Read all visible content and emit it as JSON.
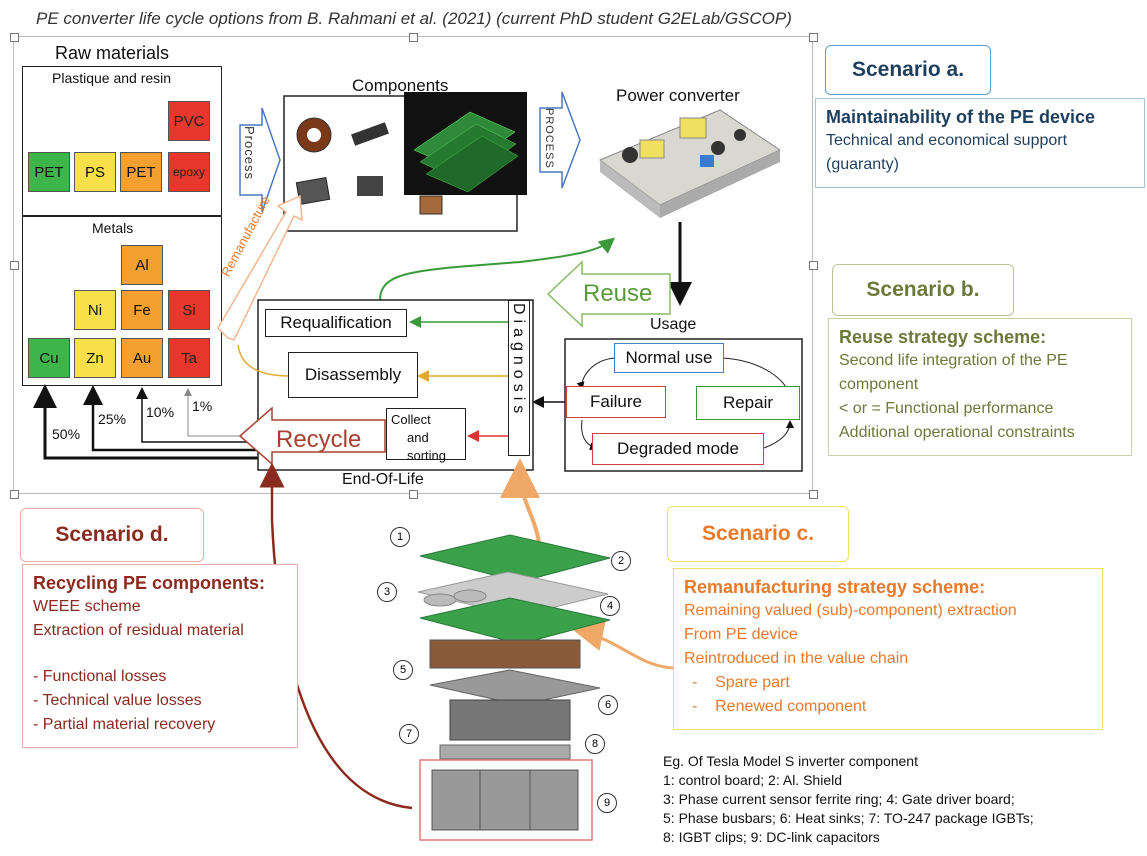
{
  "header": {
    "caption": "PE converter life cycle options from B. Rahmani et al. (2021) (current PhD student G2ELab/GSCOP)"
  },
  "raw": {
    "title": "Raw materials",
    "plastics_title": "Plastique and resin",
    "plastics": [
      "PVC",
      "PET",
      "PS",
      "PET",
      "epoxy"
    ],
    "metals_title": "Metals",
    "metals": [
      "Al",
      "Ni",
      "Fe",
      "Si",
      "Cu",
      "Zn",
      "Au",
      "Ta"
    ],
    "percents": [
      "50%",
      "25%",
      "10%",
      "1%"
    ]
  },
  "flow": {
    "components": "Components",
    "power_converter": "Power converter",
    "process_left": "Process",
    "process_right": "PROCESS",
    "remanufacture": "Remanufacture",
    "reuse": "Reuse",
    "recycle": "Recycle",
    "usage": "Usage",
    "normal_use": "Normal use",
    "failure": "Failure",
    "repair": "Repair",
    "degraded": "Degraded mode",
    "requalification": "Requalification",
    "disassembly": "Disassembly",
    "collect_1": "Collect",
    "collect_2": "and sorting",
    "diagnosis": "Diagnosis",
    "eol": "End-Of-Life"
  },
  "scenarios": {
    "a": {
      "title": "Scenario a.",
      "heading": "Maintainability of the PE device",
      "lines": [
        "Technical and economical support",
        "(guaranty)"
      ],
      "color": "#1f3f5f"
    },
    "b": {
      "title": "Scenario b.",
      "heading": "Reuse strategy scheme:",
      "lines": [
        "Second life integration of the PE",
        "component",
        "< or = Functional performance",
        "Additional operational constraints"
      ],
      "color": "#6b7a3a"
    },
    "c": {
      "title": "Scenario c.",
      "heading": "Remanufacturing strategy scheme:",
      "lines": [
        "Remaining valued (sub)-component) extraction",
        "From PE device",
        "Reintroduced in the value chain",
        "-    Spare part",
        "-    Renewed component"
      ],
      "color": "#e87a2a"
    },
    "d": {
      "title": "Scenario d.",
      "heading": "Recycling PE components:",
      "lines": [
        "WEEE scheme",
        "Extraction of residual material",
        "",
        "- Functional losses",
        "- Technical value losses",
        "- Partial material recovery"
      ],
      "color": "#8b2a1e"
    }
  },
  "tesla": {
    "numbers": [
      "1",
      "2",
      "3",
      "4",
      "5",
      "6",
      "7",
      "8",
      "9"
    ],
    "legend": [
      "Eg. Of Tesla Model S inverter component",
      "1: control board; 2: Al. Shield",
      "3: Phase current sensor ferrite ring; 4: Gate driver board;",
      "5: Phase busbars; 6: Heat sinks; 7: TO-247 package IGBTs;",
      "8: IGBT clips; 9: DC-link capacitors"
    ]
  }
}
